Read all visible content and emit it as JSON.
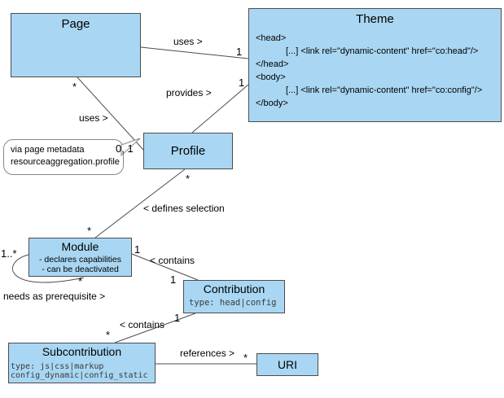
{
  "colors": {
    "box_fill": "#a9d7f3",
    "box_border": "#4d4d4d",
    "line": "#4d4d4d"
  },
  "boxes": {
    "page": {
      "title": "Page"
    },
    "theme": {
      "title": "Theme",
      "line1": "<head>",
      "line2": "[...] <link rel=\"dynamic-content\" href=\"co:head\"/>",
      "line3": "</head>",
      "line4": "<body>",
      "line5": "[...] <link rel=\"dynamic-content\" href=\"co:config\"/>",
      "line6": "</body>"
    },
    "profile": {
      "title": "Profile"
    },
    "module": {
      "title": "Module",
      "attr1": "- declares capabilities",
      "attr2": "- can be deactivated"
    },
    "contribution": {
      "title": "Contribution",
      "type": "type: head|config"
    },
    "subcontribution": {
      "title": "Subcontribution",
      "type1": "type: js|css|markup",
      "type2": "config_dynamic|config_static"
    },
    "uri": {
      "title": "URI"
    }
  },
  "note": {
    "line1": "via page metadata",
    "line2": "resourceaggregation.profile"
  },
  "relations": {
    "page_theme": {
      "label": "uses >",
      "mult_theme": "1"
    },
    "page_profile": {
      "label": "uses >",
      "mult_page": "*",
      "mult_profile": "0, 1"
    },
    "profile_theme": {
      "label": "provides >",
      "mult_theme": "1"
    },
    "profile_module": {
      "label": "< defines selection",
      "mult_profile": "*",
      "mult_module": "*"
    },
    "module_contribution": {
      "label": "< contains",
      "mult_module": "1",
      "mult_contribution": "1"
    },
    "module_self": {
      "label": "needs as prerequisite >",
      "mult_source": "1..*",
      "mult_target": "*"
    },
    "contribution_subcontribution": {
      "label": "< contains",
      "mult_contribution": "1",
      "mult_subcontribution": "*"
    },
    "subcontribution_uri": {
      "label": "references >",
      "mult_uri": "*"
    }
  }
}
